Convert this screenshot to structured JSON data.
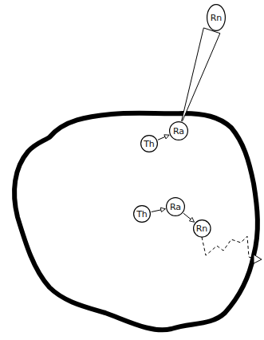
{
  "diagram": {
    "nodes": [
      {
        "text": [
          "Rn"
        ]
      },
      {
        "text": [
          "Th"
        ]
      },
      {
        "text": [
          "Ra"
        ]
      },
      {
        "text": [
          "Th"
        ]
      },
      {
        "text": [
          "Ra"
        ]
      },
      {
        "text": [
          "Rn"
        ]
      }
    ],
    "edges": [
      {
        "from": 1,
        "to": 2,
        "arrow": "to"
      },
      {
        "from": 2,
        "to": 0,
        "arrow": "none"
      },
      {
        "from": 3,
        "to": 4,
        "arrow": "to"
      },
      {
        "from": 4,
        "to": 5,
        "arrow": "to"
      }
    ]
  }
}
